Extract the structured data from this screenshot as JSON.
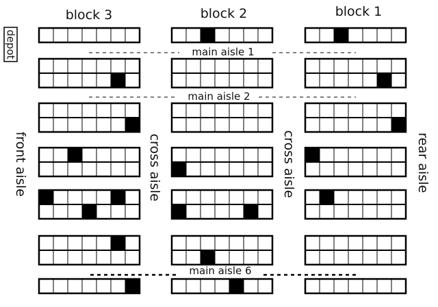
{
  "labels": {
    "block_3": "block 3",
    "block_2": "block 2",
    "block_1": "block 1",
    "depot": "depot",
    "main_aisle_1": "main aisle 1",
    "main_aisle_2": "main aisle 2",
    "main_aisle_6": "main aisle 6",
    "front_aisle": "front aisle",
    "cross_aisle_left": "cross aisle",
    "cross_aisle_right": "cross aisle",
    "rear_aisle": "rear aisle"
  },
  "colors": {
    "filled": "#000000",
    "empty": "#ffffff",
    "line": "#000000"
  },
  "rack_rows": [
    {
      "cells_per_row": 1,
      "filled": {
        "block_3": [],
        "block_2": [
          [
            0,
            2
          ]
        ],
        "block_1": [
          [
            0,
            2
          ]
        ]
      }
    },
    {
      "cells_per_row": 2,
      "filled": {
        "block_3": [
          [
            1,
            5
          ]
        ],
        "block_2": [],
        "block_1": [
          [
            1,
            5
          ]
        ]
      }
    },
    {
      "cells_per_row": 2,
      "filled": {
        "block_3": [
          [
            1,
            6
          ]
        ],
        "block_2": [],
        "block_1": [
          [
            1,
            6
          ]
        ]
      }
    },
    {
      "cells_per_row": 2,
      "filled": {
        "block_3": [
          [
            0,
            2
          ]
        ],
        "block_2": [
          [
            1,
            0
          ]
        ],
        "block_1": [
          [
            0,
            0
          ]
        ]
      }
    },
    {
      "cells_per_row": 2,
      "filled": {
        "block_3": [
          [
            0,
            0
          ],
          [
            1,
            3
          ],
          [
            0,
            5
          ]
        ],
        "block_2": [
          [
            1,
            0
          ],
          [
            1,
            5
          ]
        ],
        "block_1": [
          [
            0,
            1
          ]
        ]
      }
    },
    {
      "cells_per_row": 2,
      "filled": {
        "block_3": [
          [
            0,
            5
          ]
        ],
        "block_2": [
          [
            1,
            2
          ]
        ],
        "block_1": []
      }
    },
    {
      "cells_per_row": 1,
      "filled": {
        "block_3": [
          [
            0,
            6
          ]
        ],
        "block_2": [
          [
            0,
            4
          ]
        ],
        "block_1": []
      }
    }
  ]
}
